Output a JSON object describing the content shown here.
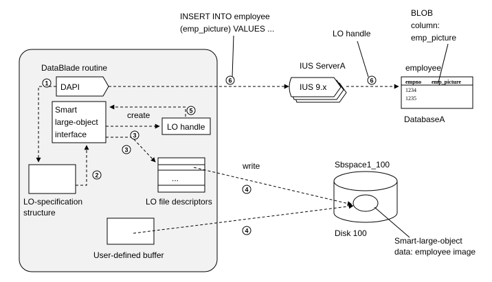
{
  "labels": {
    "insert_statement_line1": "INSERT INTO employee",
    "insert_statement_line2": "(emp_picture) VALUES ...",
    "blob_column_line1": "BLOB",
    "blob_column_line2": "column:",
    "blob_column_line3": "emp_picture",
    "lo_handle_top": "LO handle",
    "datablade_routine": "DataBlade routine",
    "dapi": "DAPI",
    "smart_lo_line1": "Smart",
    "smart_lo_line2": "large-object",
    "smart_lo_line3": "interface",
    "create": "create",
    "lo_handle_box": "LO handle",
    "lo_spec_line1": "LO-specification",
    "lo_spec_line2": "structure",
    "lo_file_descriptors": "LO file descriptors",
    "descriptor_ellipsis": "...",
    "user_defined_buffer": "User-defined buffer",
    "ius_servera": "IUS ServerA",
    "ius_version": "IUS 9.x",
    "employee_table": "employee",
    "database_a": "DatabaseA",
    "write": "write",
    "sbspace": "Sbspace1_100",
    "disk": "Disk 100",
    "smart_lo_data_line1": "Smart-large-object",
    "smart_lo_data_line2": "data: employee image"
  },
  "employee_table": {
    "columns": [
      "empno",
      "emp_picture"
    ],
    "rows": [
      "1234",
      "1235"
    ]
  },
  "steps": {
    "s1": "1",
    "s2": "2",
    "s3a": "3",
    "s3b": "3",
    "s4a": "4",
    "s4b": "4",
    "s5": "5",
    "s6a": "6",
    "s6b": "6"
  }
}
